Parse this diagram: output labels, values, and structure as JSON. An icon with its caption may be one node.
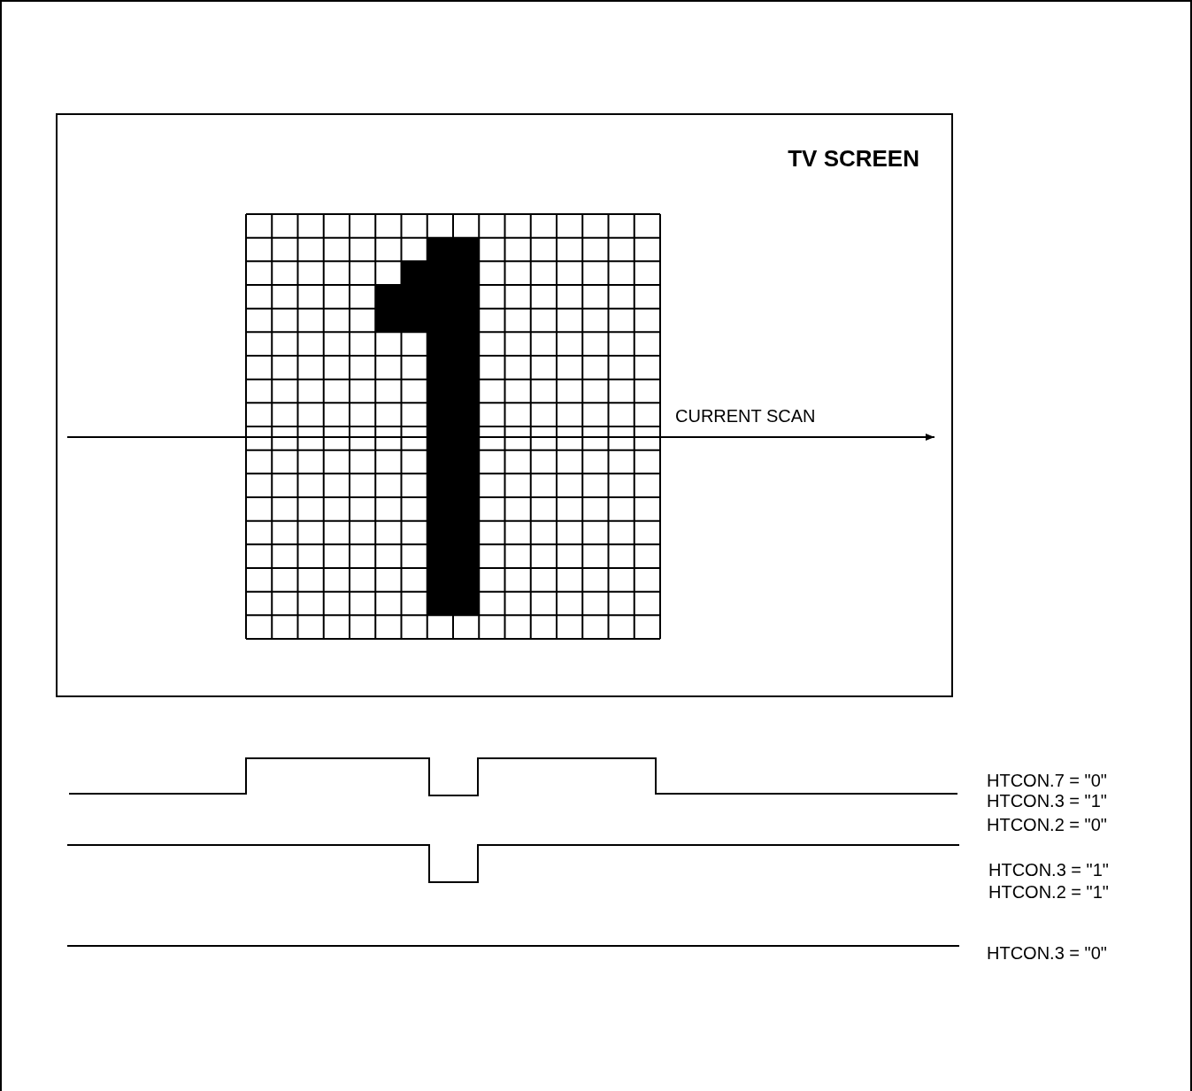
{
  "diagram": {
    "nodes": [
      {
        "text": [
          "TV SCREEN"
        ]
      }
    ],
    "labels": [
      "CURRENT SCAN",
      "HTCON.7 = \"0\"",
      "HTCON.3 = \"1\"",
      "HTCON.2 = \"0\"",
      "HTCON.3 = \"1\"",
      "HTCON.2 = \"1\"",
      "HTCON.3 = \"0\""
    ]
  }
}
